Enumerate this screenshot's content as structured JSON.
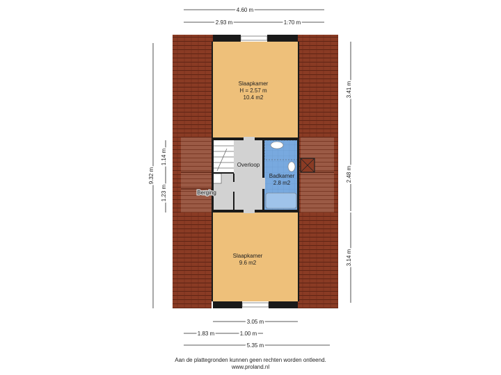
{
  "dimensions": {
    "top_total": "4.60 m",
    "top_left": "2.93 m",
    "top_right": "1.70 m",
    "right_top": "3.41 m",
    "right_mid": "2.48 m",
    "right_bottom": "3.14 m",
    "left_total": "9.32 m",
    "left_upper": "1.14 m",
    "left_lower": "1.23 m",
    "bottom_inner": "3.05 m",
    "bottom_left": "1.83 m",
    "bottom_mid": "1.00 m",
    "bottom_total": "5.35 m"
  },
  "rooms": {
    "slaapkamer_top": {
      "name": "Slaapkamer",
      "height": "H = 2.57 m",
      "area": "10.4 m2"
    },
    "overloop": {
      "name": "Overloop"
    },
    "badkamer": {
      "name": "Badkamer",
      "area": "2.8 m2"
    },
    "berging": {
      "name": "Berging"
    },
    "slaapkamer_bottom": {
      "name": "Slaapkamer",
      "area": "9.6 m2"
    }
  },
  "colors": {
    "roof": "#8a3b24",
    "room_floor": "#eec07a",
    "bathroom": "#78a9df",
    "hall": "#d2d2d2",
    "wall": "#1a1a1a"
  },
  "footer": {
    "line1": "Aan de plattegronden kunnen geen rechten worden ontleend.",
    "line2": "www.proland.nl"
  }
}
